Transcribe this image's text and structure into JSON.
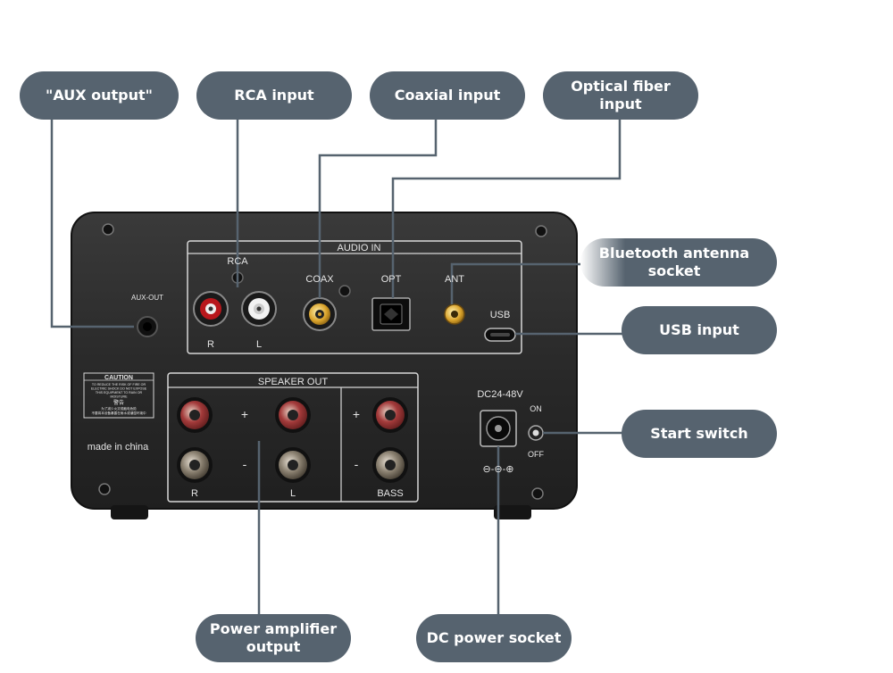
{
  "callouts": {
    "aux_output": "\"AUX output\"",
    "rca_input": "RCA input",
    "coaxial_input": "Coaxial input",
    "optical_input": "Optical fiber\ninput",
    "bt_antenna": "Bluetooth antenna socket",
    "usb_input": "USB input",
    "start_switch": "Start switch",
    "power_amp_output": "Power amplifier\noutput",
    "dc_power_socket": "DC power socket"
  },
  "panel": {
    "audio_in": "AUDIO IN",
    "rca": "RCA",
    "coax": "COAX",
    "opt": "OPT",
    "ant": "ANT",
    "usb": "USB",
    "r": "R",
    "l": "L",
    "aux_out": "AUX-OUT",
    "speaker_out": "SPEAKER OUT",
    "plus": "+",
    "minus": "-",
    "bass": "BASS",
    "dc": "DC24-48V",
    "on": "ON",
    "off": "OFF",
    "made_in": "made in china",
    "caution_title": "CAUTION",
    "caution_text_1": "TO REDUCE THE RISK OF FIRE OR",
    "caution_text_2": "ELECTRIC SHOCK DO NOT EXPOSE",
    "caution_text_3": "THIS EQUIPMENT TO RAIN OR",
    "caution_text_4": "MOISTURE",
    "caution_warn": "警告",
    "caution_cn_1": "为了减少火灾或触电危险",
    "caution_cn_2": "不要将本设备暴露在雨水或潮湿环境中",
    "polarity": "⊖-⊖-⊕"
  },
  "colors": {
    "callout_bg": "#56636f",
    "leader_line": "#56636f",
    "chassis": "#2b2b2b",
    "panel_text": "#e6e6e6",
    "rca_red": "#b8171c",
    "rca_white": "#f2f2f2",
    "coax_gold": "#e0a824"
  }
}
